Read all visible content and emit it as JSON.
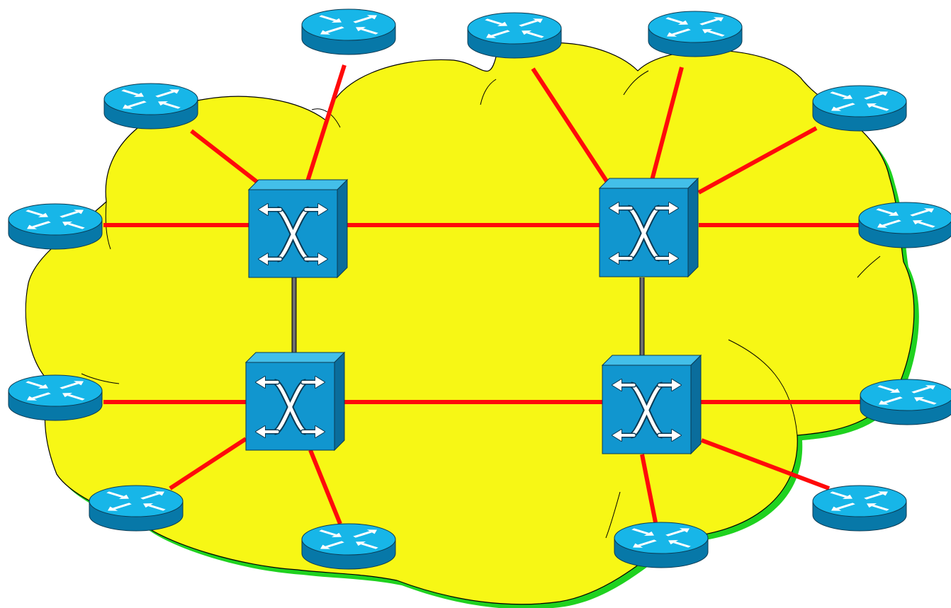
{
  "diagram": {
    "colors": {
      "background": "#ffffff",
      "cloud_fill": "#f7f715",
      "cloud_shadow": "#1fd21f",
      "cloud_outline": "#000000",
      "access_link": "#ff0a0a",
      "core_link": "#6e6e6e",
      "router_top": "#17b6e8",
      "router_side": "#0778a8",
      "switch_front": "#1196cf",
      "switch_side": "#0a6d9c",
      "switch_top": "#43bfe9",
      "arrow": "#ffffff"
    },
    "icons": {
      "switch": "atm-switch-icon",
      "router": "router-icon",
      "cloud": "network-cloud"
    },
    "core_links": [
      [
        "switch-top-left",
        "switch-top-right"
      ],
      [
        "switch-bottom-left",
        "switch-bottom-right"
      ],
      [
        "switch-top-left",
        "switch-bottom-left"
      ],
      [
        "switch-top-right",
        "switch-bottom-right"
      ]
    ],
    "access_links": [
      [
        "switch-top-left",
        "router-1"
      ],
      [
        "switch-top-left",
        "router-2"
      ],
      [
        "switch-top-left",
        "router-3"
      ],
      [
        "switch-top-right",
        "router-4"
      ],
      [
        "switch-top-right",
        "router-5"
      ],
      [
        "switch-top-right",
        "router-6"
      ],
      [
        "switch-top-right",
        "router-7"
      ],
      [
        "switch-bottom-left",
        "router-8"
      ],
      [
        "switch-bottom-left",
        "router-9"
      ],
      [
        "switch-bottom-left",
        "router-10"
      ],
      [
        "switch-bottom-right",
        "router-11"
      ],
      [
        "switch-bottom-right",
        "router-12"
      ],
      [
        "switch-bottom-right",
        "router-13"
      ]
    ]
  }
}
